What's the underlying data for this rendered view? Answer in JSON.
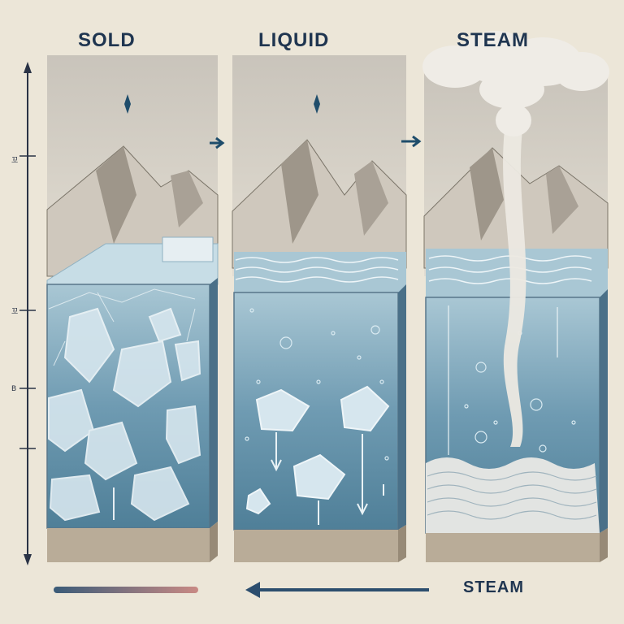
{
  "stages": [
    {
      "label": "SOLD"
    },
    {
      "label": "LIQUID"
    },
    {
      "label": "STEAM"
    }
  ],
  "bottom_label": "STEAM",
  "axis_ticks": [
    "꼬",
    "꼬",
    "B"
  ],
  "colors": {
    "background": "#ece6d8",
    "water": "#5f8fa8",
    "water_light": "#a9c7d4",
    "ice": "#d6e6ee",
    "mountain": "#cfc8bd",
    "ground": "#b9ac98",
    "ink": "#1f3550",
    "arrow": "#1f4d6b"
  }
}
